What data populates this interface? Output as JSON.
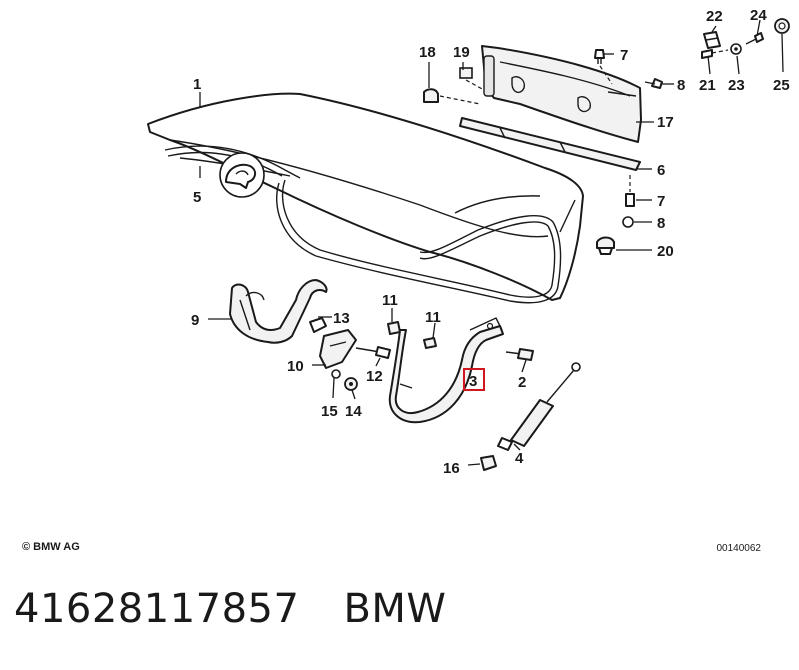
{
  "callouts": [
    {
      "id": "c1",
      "label": "1"
    },
    {
      "id": "c2",
      "label": "2"
    },
    {
      "id": "c3",
      "label": "3",
      "highlighted": true
    },
    {
      "id": "c4",
      "label": "4"
    },
    {
      "id": "c5",
      "label": "5"
    },
    {
      "id": "c6",
      "label": "6"
    },
    {
      "id": "c7a",
      "label": "7"
    },
    {
      "id": "c7b",
      "label": "7"
    },
    {
      "id": "c8a",
      "label": "8"
    },
    {
      "id": "c8b",
      "label": "8"
    },
    {
      "id": "c9",
      "label": "9"
    },
    {
      "id": "c10",
      "label": "10"
    },
    {
      "id": "c11a",
      "label": "11"
    },
    {
      "id": "c11b",
      "label": "11"
    },
    {
      "id": "c12",
      "label": "12"
    },
    {
      "id": "c13",
      "label": "13"
    },
    {
      "id": "c14",
      "label": "14"
    },
    {
      "id": "c15",
      "label": "15"
    },
    {
      "id": "c16",
      "label": "16"
    },
    {
      "id": "c17",
      "label": "17"
    },
    {
      "id": "c18",
      "label": "18"
    },
    {
      "id": "c19",
      "label": "19"
    },
    {
      "id": "c20",
      "label": "20"
    },
    {
      "id": "c21",
      "label": "21"
    },
    {
      "id": "c22",
      "label": "22"
    },
    {
      "id": "c23",
      "label": "23"
    },
    {
      "id": "c24",
      "label": "24"
    },
    {
      "id": "c25",
      "label": "25"
    }
  ],
  "copyright": "© BMW AG",
  "drawing_id": "00140062",
  "footer": {
    "part_number": "41628117857",
    "brand": "BMW"
  },
  "colors": {
    "highlight": "#d0161e",
    "line": "#1a1a1a"
  }
}
